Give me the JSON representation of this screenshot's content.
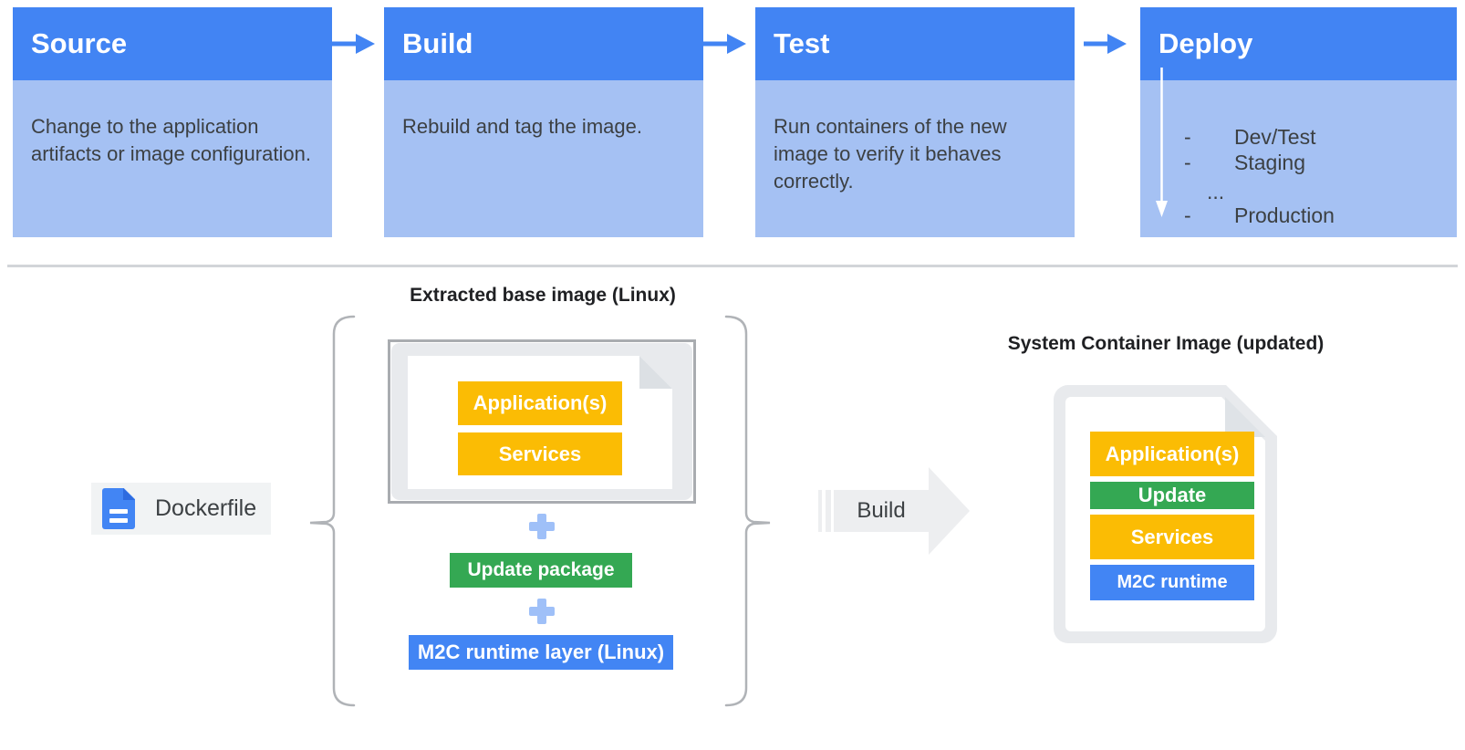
{
  "pipeline": {
    "stages": [
      {
        "title": "Source",
        "description": "Change to the application artifacts or image configuration."
      },
      {
        "title": "Build",
        "description": "Rebuild and tag the image."
      },
      {
        "title": "Test",
        "description": "Run containers of the new image to verify it behaves correctly."
      },
      {
        "title": "Deploy",
        "items": [
          {
            "bullet": "-",
            "label": "Dev/Test"
          },
          {
            "bullet": "-",
            "label": "Staging"
          },
          {
            "bullet": "",
            "label": "..."
          },
          {
            "bullet": "-",
            "label": "Production"
          }
        ]
      }
    ]
  },
  "diagram": {
    "base_image": {
      "title": "Extracted base image (Linux)",
      "layers": [
        "Application(s)",
        "Services"
      ]
    },
    "dockerfile": {
      "label": "Dockerfile"
    },
    "plus": "+",
    "update_package": "Update package",
    "runtime_layer": "M2C runtime layer (Linux)",
    "build_label": "Build",
    "result": {
      "title": "System Container Image (updated)",
      "layers": [
        "Application(s)",
        "Update",
        "Services",
        "M2C runtime"
      ]
    }
  },
  "icons": {
    "stage_arrow": "→",
    "deploy_flow_arrow": "↓",
    "plus": "+",
    "dockerfile_doc": "document",
    "brace_left": "{",
    "brace_right": "}",
    "build_arrow": "→"
  },
  "colors": {
    "stage_header": "#4284F3",
    "stage_body": "#A5C1F3",
    "applications_services": "#FBBC04",
    "update": "#34A853",
    "runtime": "#4285F4",
    "plus": "#9FC0F8"
  }
}
